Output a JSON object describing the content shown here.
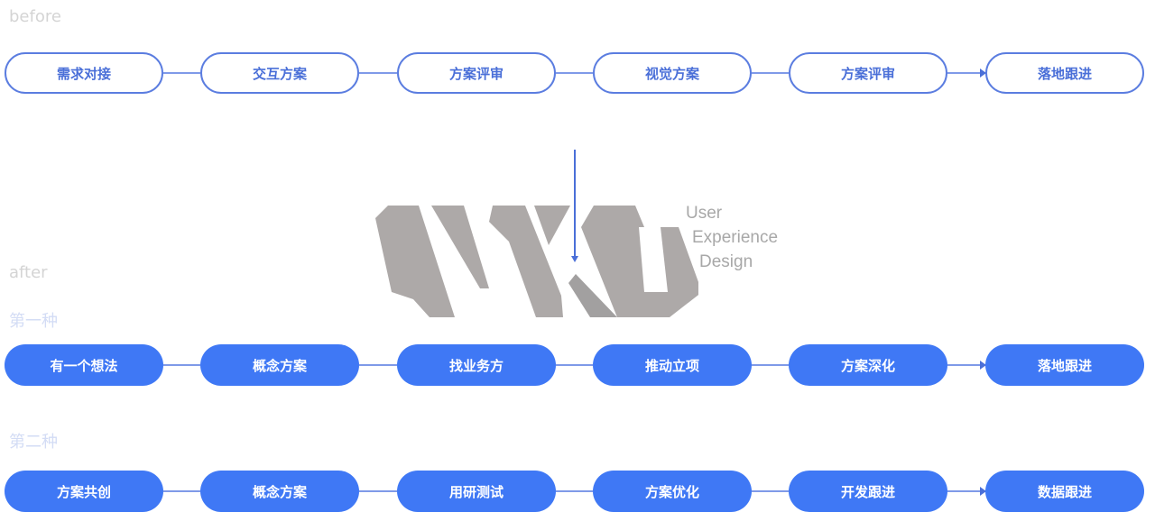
{
  "before": {
    "label": "before",
    "steps": [
      "需求对接",
      "交互方案",
      "方案评审",
      "视觉方案",
      "方案评审",
      "落地跟进"
    ]
  },
  "after": {
    "label": "after",
    "option1": {
      "label": "第一种",
      "steps": [
        "有一个想法",
        "概念方案",
        "找业务方",
        "推动立项",
        "方案深化",
        "落地跟进"
      ]
    },
    "option2": {
      "label": "第二种",
      "steps": [
        "方案共创",
        "概念方案",
        "用研测试",
        "方案优化",
        "开发跟进",
        "数据跟进"
      ]
    }
  },
  "logo": {
    "mark": "UXD",
    "line1": "User",
    "line2": "Experience",
    "line3": "Design"
  },
  "colors": {
    "accent": "#3f78f5",
    "outline": "#5b7de0",
    "logo": "#ada9a8"
  }
}
